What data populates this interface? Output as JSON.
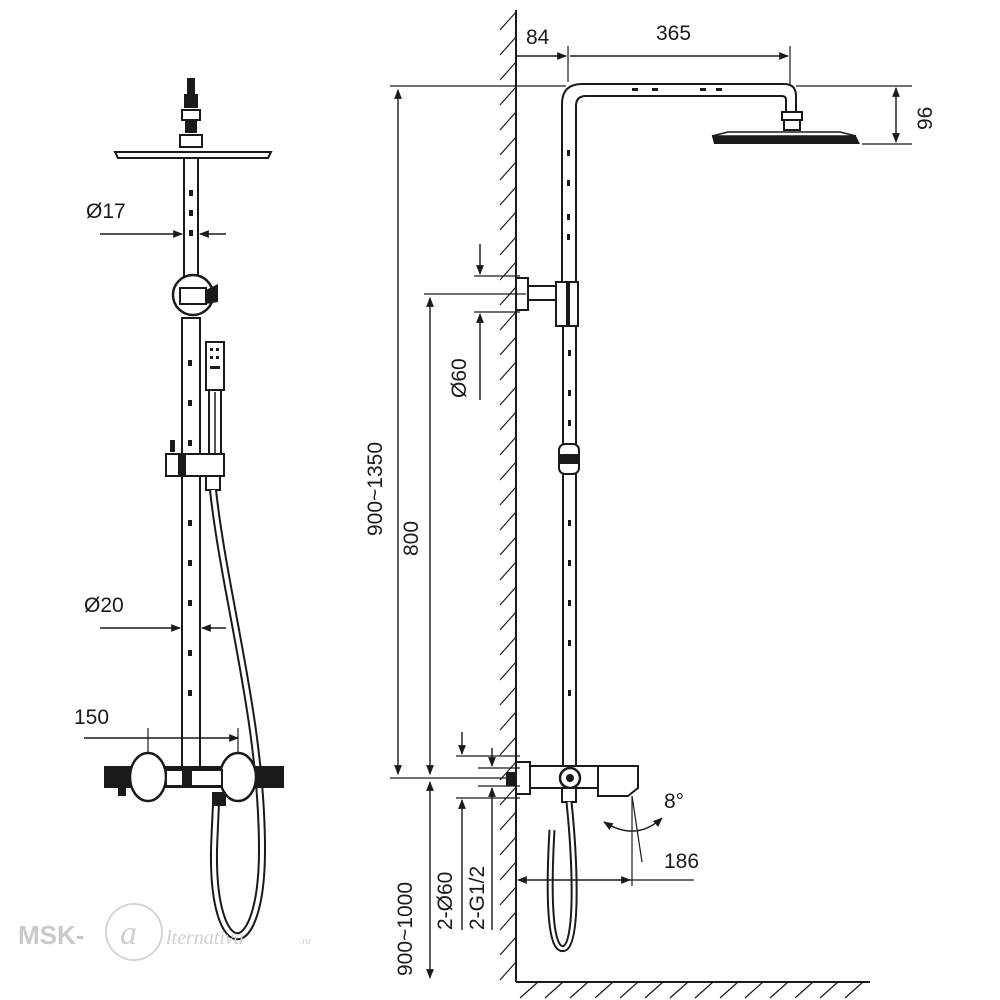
{
  "dimensions": {
    "d17": "Ø17",
    "d20": "Ø20",
    "w150": "150",
    "w84": "84",
    "w365": "365",
    "h96": "96",
    "d60": "Ø60",
    "h900_1350": "900~1350",
    "h800": "800",
    "h900_1000": "900~1000",
    "two_d60": "2-Ø60",
    "two_g12": "2-G1/2",
    "angle": "8°",
    "w186": "186"
  },
  "watermark": {
    "brand": "MSK-",
    "letter": "a",
    "script": "lternativa",
    "tld": ".ru"
  },
  "colors": {
    "line": "#1a1a1a",
    "watermark": "#c9c9c9"
  }
}
